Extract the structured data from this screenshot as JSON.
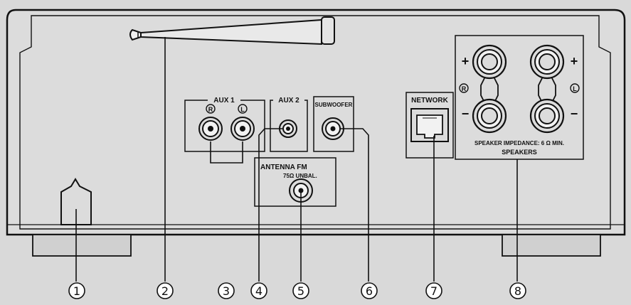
{
  "panel": {
    "aux1": "AUX 1",
    "aux1_r": "R",
    "aux1_l": "L",
    "aux2": "AUX 2",
    "subwoofer": "SUBWOOFER",
    "antenna": "ANTENNA  FM",
    "antenna_spec": "75Ω UNBAL.",
    "network": "NETWORK",
    "speakers": "SPEAKERS",
    "speaker_impedance": "SPEAKER IMPEDANCE:  6 Ω MIN.",
    "spk_plus": "+",
    "spk_minus": "−",
    "spk_r": "R",
    "spk_l": "L"
  },
  "callouts": [
    "1",
    "2",
    "3",
    "4",
    "5",
    "6",
    "7",
    "8"
  ],
  "colors": {
    "background": "#d9d9d9",
    "line": "#111111"
  }
}
